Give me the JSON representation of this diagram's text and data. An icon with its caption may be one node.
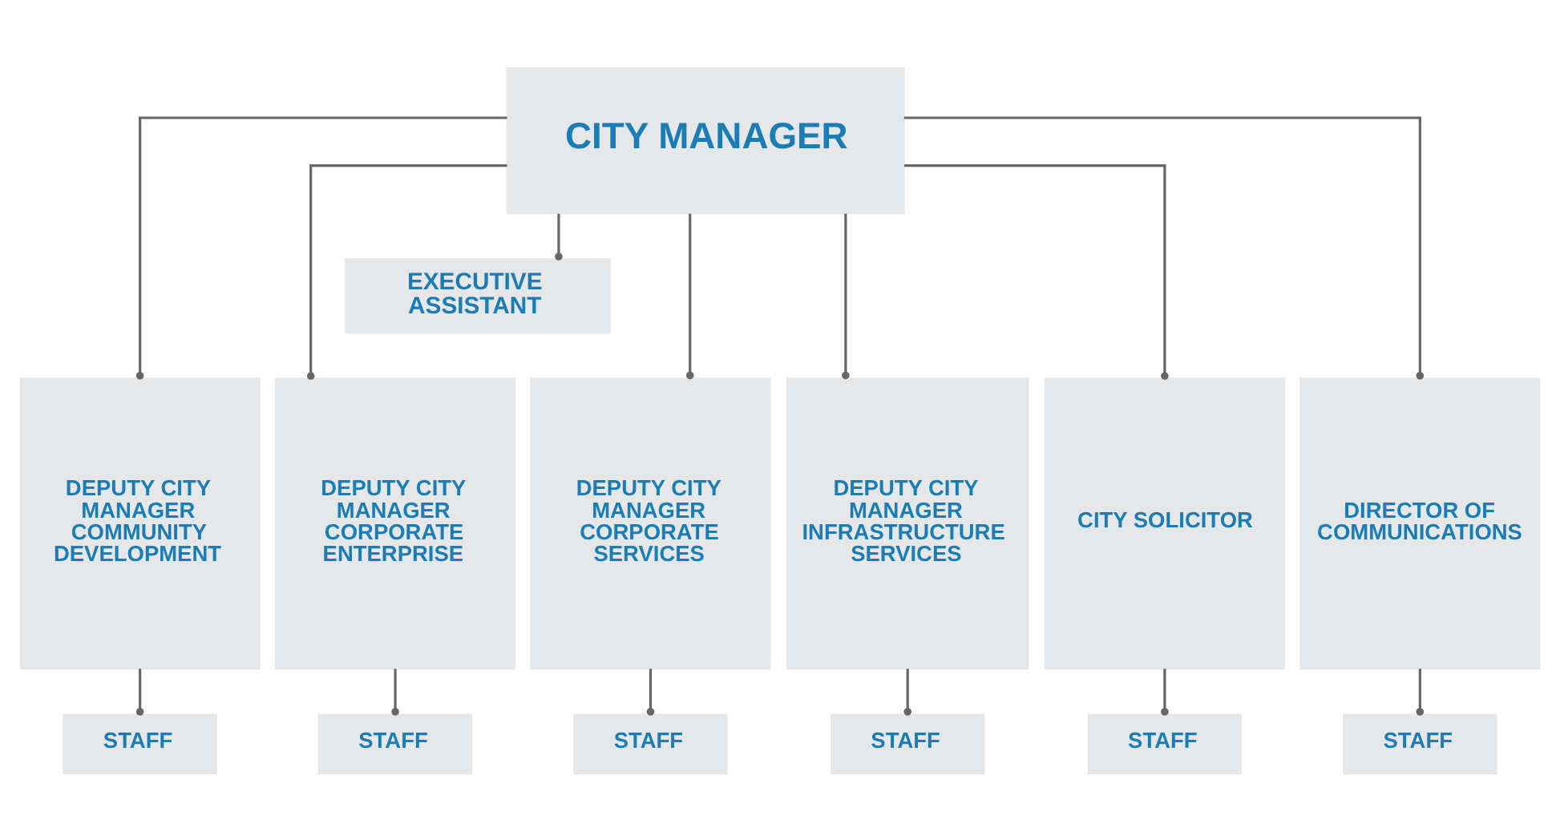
{
  "diagram": {
    "nodes": [
      {
        "text": [
          "CITY MANAGER"
        ]
      },
      {
        "text": [
          "EXECUTIVE ASSISTANT"
        ]
      },
      {
        "text": [
          "DEPUTY CITY MANAGER COMMUNITY DEVELOPMENT"
        ]
      },
      {
        "text": [
          "DEPUTY CITY MANAGER CORPORATE ENTERPRISE"
        ]
      },
      {
        "text": [
          "DEPUTY CITY MANAGER CORPORATE SERVICES"
        ]
      },
      {
        "text": [
          "DEPUTY CITY MANAGER INFRASTRUCTURE SERVICES"
        ]
      },
      {
        "text": [
          "CITY SOLICITOR"
        ]
      },
      {
        "text": [
          "DIRECTOR OF COMMUNICATIONS"
        ]
      },
      {
        "text": [
          "STAFF"
        ]
      },
      {
        "text": [
          "STAFF"
        ]
      },
      {
        "text": [
          "STAFF"
        ]
      },
      {
        "text": [
          "STAFF"
        ]
      },
      {
        "text": [
          "STAFF"
        ]
      },
      {
        "text": [
          "STAFF"
        ]
      }
    ],
    "edges": [
      {
        "from": 0,
        "to": 1,
        "arrow": "other"
      },
      {
        "from": 0,
        "to": 2,
        "arrow": "other"
      },
      {
        "from": 0,
        "to": 3,
        "arrow": "other"
      },
      {
        "from": 0,
        "to": 4,
        "arrow": "other"
      },
      {
        "from": 0,
        "to": 5,
        "arrow": "other"
      },
      {
        "from": 0,
        "to": 6,
        "arrow": "other"
      },
      {
        "from": 0,
        "to": 7,
        "arrow": "other"
      },
      {
        "from": 2,
        "to": 8,
        "arrow": "other"
      },
      {
        "from": 3,
        "to": 9,
        "arrow": "other"
      },
      {
        "from": 4,
        "to": 10,
        "arrow": "other"
      },
      {
        "from": 5,
        "to": 11,
        "arrow": "other"
      },
      {
        "from": 6,
        "to": 12,
        "arrow": "other"
      },
      {
        "from": 7,
        "to": 13,
        "arrow": "other"
      }
    ]
  }
}
